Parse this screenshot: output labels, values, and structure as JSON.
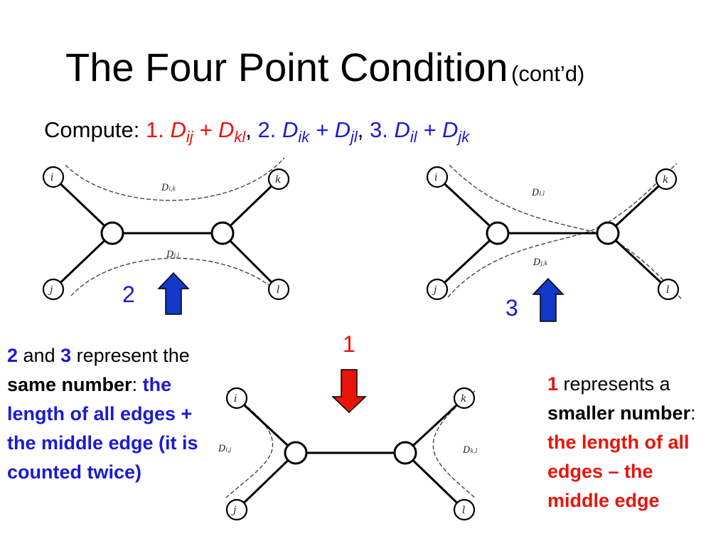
{
  "title": {
    "main": "The Four Point Condition",
    "sub": "(cont’d)"
  },
  "compute": {
    "prefix": "Compute: ",
    "item1_num": "1. ",
    "item1_a": "D",
    "item1_a_sub": "ij",
    "item1_plus": " + ",
    "item1_b": "D",
    "item1_b_sub": "kl",
    "sep1": ", ",
    "item2_num": "2. ",
    "item2_a": "D",
    "item2_a_sub": "ik",
    "item2_plus": " + ",
    "item2_b": "D",
    "item2_b_sub": "jl",
    "sep2": ", ",
    "item3_num": "3. ",
    "item3_a": "D",
    "item3_a_sub": "il",
    "item3_plus": " + ",
    "item3_b": "D",
    "item3_b_sub": "jk"
  },
  "diagrams": {
    "nodes": {
      "i": "i",
      "j": "j",
      "k": "k",
      "l": "l"
    },
    "d2": {
      "upper_path": "D",
      "upper_sub": "i,k",
      "lower_path": "D",
      "lower_sub": "j,l",
      "number": "2"
    },
    "d3": {
      "upper_path": "D",
      "upper_sub": "i,l",
      "lower_path": "D",
      "lower_sub": "j,k",
      "number": "3"
    },
    "d1": {
      "left_path": "D",
      "left_sub": "i,j",
      "right_path": "D",
      "right_sub": "k,l",
      "number": "1"
    }
  },
  "left_text": {
    "t1": "2",
    "t2": " and ",
    "t3": "3",
    "t4": " represent the ",
    "t5": "same number",
    "t6": ": ",
    "t7": "the length of all edges + the middle edge (it is counted twice)"
  },
  "right_text": {
    "t1": "1",
    "t2": " represents a ",
    "t3": "smaller number",
    "t4": ": ",
    "t5": "the length of all edges – the middle edge"
  },
  "colors": {
    "red": "#e8140a",
    "blue": "#1a1ad6",
    "arrow_blue": "#1438c8",
    "arrow_red": "#e8140a"
  }
}
